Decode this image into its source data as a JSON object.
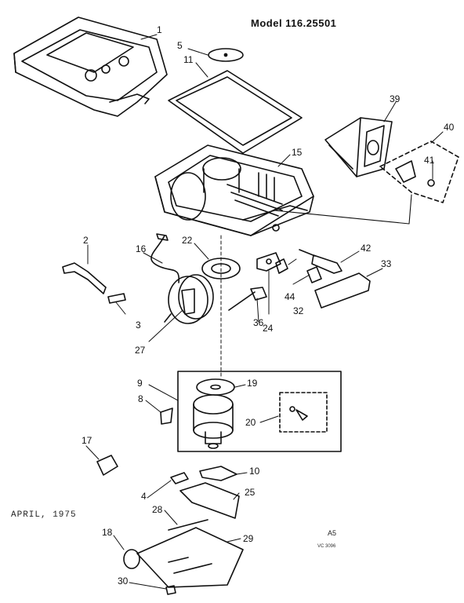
{
  "header": {
    "model": "Model 116.25501",
    "date": "APRIL, 1975",
    "sheet": "A5",
    "code": "VC 3096"
  },
  "callouts": {
    "c1": "1",
    "c5": "5",
    "c11": "11",
    "c39": "39",
    "c40": "40",
    "c41": "41",
    "c15": "15",
    "c2": "2",
    "c16": "16",
    "c22": "22",
    "c42": "42",
    "c33": "33",
    "c44": "44",
    "c32": "32",
    "c24": "24",
    "c36": "36",
    "c3": "3",
    "c27": "27",
    "c9": "9",
    "c19": "19",
    "c8": "8",
    "c20": "20",
    "c17": "17",
    "c10": "10",
    "c4": "4",
    "c25": "25",
    "c28": "28",
    "c18": "18",
    "c29": "29",
    "c30": "30"
  }
}
